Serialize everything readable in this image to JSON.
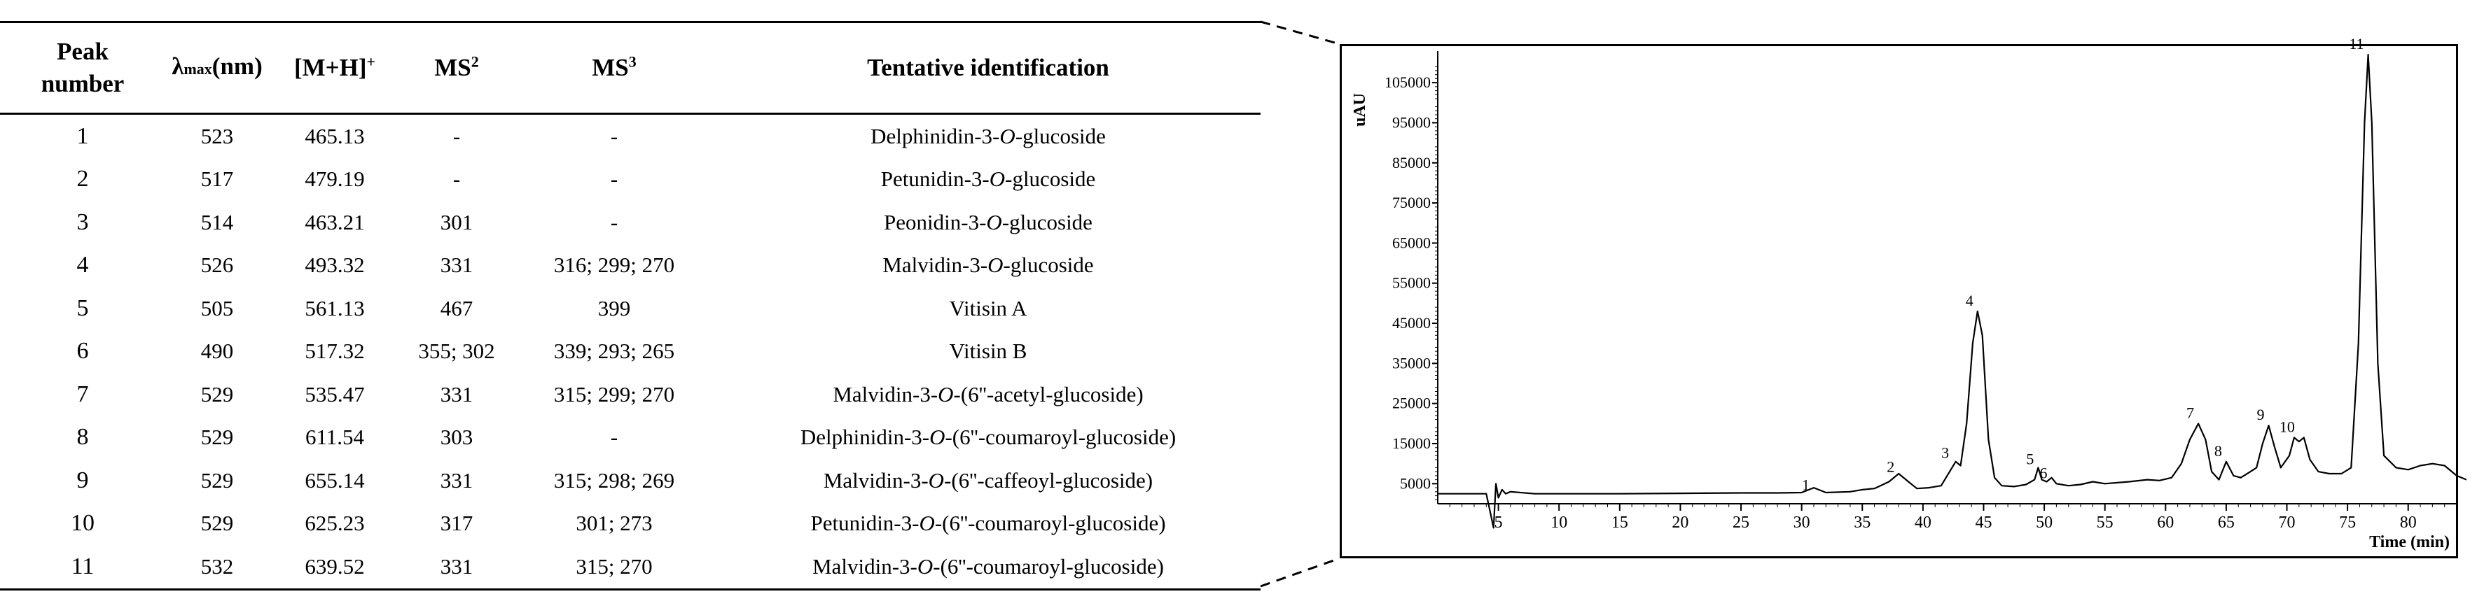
{
  "table": {
    "headers": {
      "peak_line1": "Peak",
      "peak_line2": "number",
      "lambda_main": "λ",
      "lambda_sub": "max",
      "lambda_unit": "(nm)",
      "mh_main": "[M+H]",
      "mh_sup": "+",
      "ms2_main": "MS",
      "ms2_sup": "2",
      "ms3_main": "MS",
      "ms3_sup": "3",
      "identification": "Tentative identification"
    },
    "rows": [
      {
        "peak": "1",
        "lambda": "523",
        "mh": "465.13",
        "ms2": "-",
        "ms3": "-",
        "id_pre": "Delphinidin-3-",
        "id_it": "O",
        "id_post": "-glucoside"
      },
      {
        "peak": "2",
        "lambda": "517",
        "mh": "479.19",
        "ms2": "-",
        "ms3": "-",
        "id_pre": "Petunidin-3-",
        "id_it": "O",
        "id_post": "-glucoside"
      },
      {
        "peak": "3",
        "lambda": "514",
        "mh": "463.21",
        "ms2": "301",
        "ms3": "-",
        "id_pre": "Peonidin-3-",
        "id_it": "O",
        "id_post": "-glucoside"
      },
      {
        "peak": "4",
        "lambda": "526",
        "mh": "493.32",
        "ms2": "331",
        "ms3": "316; 299; 270",
        "id_pre": "Malvidin-3-",
        "id_it": "O",
        "id_post": "-glucoside"
      },
      {
        "peak": "5",
        "lambda": "505",
        "mh": "561.13",
        "ms2": "467",
        "ms3": "399",
        "id_pre": "Vitisin A",
        "id_it": "",
        "id_post": ""
      },
      {
        "peak": "6",
        "lambda": "490",
        "mh": "517.32",
        "ms2": "355; 302",
        "ms3": "339; 293; 265",
        "id_pre": "Vitisin B",
        "id_it": "",
        "id_post": ""
      },
      {
        "peak": "7",
        "lambda": "529",
        "mh": "535.47",
        "ms2": "331",
        "ms3": "315; 299; 270",
        "id_pre": "Malvidin-3-",
        "id_it": "O",
        "id_post": "-(6''-acetyl-glucoside)"
      },
      {
        "peak": "8",
        "lambda": "529",
        "mh": "611.54",
        "ms2": "303",
        "ms3": "-",
        "id_pre": "Delphinidin-3-",
        "id_it": "O",
        "id_post": "-(6''-coumaroyl-glucoside)"
      },
      {
        "peak": "9",
        "lambda": "529",
        "mh": "655.14",
        "ms2": "331",
        "ms3": "315; 298; 269",
        "id_pre": "Malvidin-3-",
        "id_it": "O",
        "id_post": "-(6''-caffeoyl-glucoside)"
      },
      {
        "peak": "10",
        "lambda": "529",
        "mh": "625.23",
        "ms2": "317",
        "ms3": "301; 273",
        "id_pre": "Petunidin-3-",
        "id_it": "O",
        "id_post": "-(6''-coumaroyl-glucoside)"
      },
      {
        "peak": "11",
        "lambda": "532",
        "mh": "639.52",
        "ms2": "331",
        "ms3": "315; 270",
        "id_pre": "Malvidin-3-",
        "id_it": "O",
        "id_post": "-(6''-coumaroyl-glucoside)"
      }
    ]
  },
  "chart_data": {
    "type": "line",
    "ylabel": "uAU",
    "xlabel": "Time (min)",
    "xlim": [
      0,
      84
    ],
    "ylim": [
      0,
      112000
    ],
    "x_ticks": [
      5,
      10,
      15,
      20,
      25,
      30,
      35,
      40,
      45,
      50,
      55,
      60,
      65,
      70,
      75,
      80
    ],
    "y_ticks": [
      5000,
      15000,
      25000,
      35000,
      45000,
      55000,
      65000,
      75000,
      85000,
      95000,
      105000
    ],
    "y_tick_labels": [
      "5000",
      "15000",
      "25000",
      "35000",
      "45000",
      "55000",
      "65000",
      "75000",
      "85000",
      "95000",
      "105000"
    ],
    "peaks": [
      {
        "label": "1",
        "x": 31.0,
        "y": 2000
      },
      {
        "label": "2",
        "x": 38.0,
        "y": 6500
      },
      {
        "label": "3",
        "x": 42.5,
        "y": 10000
      },
      {
        "label": "4",
        "x": 44.5,
        "y": 48000
      },
      {
        "label": "5",
        "x": 49.5,
        "y": 8500
      },
      {
        "label": "6",
        "x": 50.6,
        "y": 5000
      },
      {
        "label": "7",
        "x": 62.7,
        "y": 20000
      },
      {
        "label": "8",
        "x": 65.0,
        "y": 10500
      },
      {
        "label": "9",
        "x": 68.5,
        "y": 19500
      },
      {
        "label": "10",
        "x": 71.0,
        "y": 16500
      },
      {
        "label": "11",
        "x": 76.7,
        "y": 112000
      }
    ],
    "trace": [
      [
        0,
        2500
      ],
      [
        4,
        2500
      ],
      [
        4.6,
        -6000
      ],
      [
        4.8,
        5000
      ],
      [
        5.0,
        1500
      ],
      [
        5.3,
        3500
      ],
      [
        5.6,
        2500
      ],
      [
        6,
        3000
      ],
      [
        8,
        2500
      ],
      [
        15,
        2500
      ],
      [
        20,
        2600
      ],
      [
        25,
        2700
      ],
      [
        28,
        2700
      ],
      [
        30,
        2800
      ],
      [
        31,
        4000
      ],
      [
        32,
        2800
      ],
      [
        34,
        3000
      ],
      [
        35,
        3500
      ],
      [
        36,
        3800
      ],
      [
        37.2,
        5500
      ],
      [
        38,
        7500
      ],
      [
        38.8,
        5500
      ],
      [
        39.5,
        3800
      ],
      [
        40.5,
        4000
      ],
      [
        41.5,
        4500
      ],
      [
        42.2,
        8000
      ],
      [
        42.7,
        10500
      ],
      [
        43.1,
        9500
      ],
      [
        43.6,
        20000
      ],
      [
        44.1,
        40000
      ],
      [
        44.5,
        48000
      ],
      [
        44.9,
        42000
      ],
      [
        45.4,
        16000
      ],
      [
        45.9,
        6500
      ],
      [
        46.5,
        4500
      ],
      [
        47.5,
        4300
      ],
      [
        48.5,
        4800
      ],
      [
        49.2,
        6000
      ],
      [
        49.5,
        9000
      ],
      [
        49.8,
        6000
      ],
      [
        50.2,
        5500
      ],
      [
        50.6,
        6500
      ],
      [
        51,
        5000
      ],
      [
        52,
        4500
      ],
      [
        53,
        4800
      ],
      [
        54,
        5500
      ],
      [
        55,
        5000
      ],
      [
        57,
        5500
      ],
      [
        58.5,
        6000
      ],
      [
        59.5,
        5800
      ],
      [
        60.5,
        6500
      ],
      [
        61.3,
        10000
      ],
      [
        62,
        16000
      ],
      [
        62.7,
        20000
      ],
      [
        63.3,
        16000
      ],
      [
        63.8,
        8000
      ],
      [
        64.4,
        6000
      ],
      [
        65,
        10500
      ],
      [
        65.6,
        7000
      ],
      [
        66.2,
        6500
      ],
      [
        67,
        8000
      ],
      [
        67.5,
        9000
      ],
      [
        68.0,
        15000
      ],
      [
        68.5,
        19500
      ],
      [
        69.0,
        14000
      ],
      [
        69.5,
        9000
      ],
      [
        70.2,
        12000
      ],
      [
        70.6,
        16500
      ],
      [
        71.0,
        15500
      ],
      [
        71.4,
        16500
      ],
      [
        71.9,
        11000
      ],
      [
        72.6,
        8000
      ],
      [
        73.5,
        7500
      ],
      [
        74.5,
        7500
      ],
      [
        75.3,
        9000
      ],
      [
        75.9,
        40000
      ],
      [
        76.4,
        95000
      ],
      [
        76.7,
        112000
      ],
      [
        77.0,
        95000
      ],
      [
        77.5,
        35000
      ],
      [
        78,
        12000
      ],
      [
        79,
        9000
      ],
      [
        80,
        8500
      ],
      [
        81,
        9500
      ],
      [
        82,
        10000
      ],
      [
        83,
        9500
      ],
      [
        84,
        7000
      ],
      [
        84.8,
        6000
      ]
    ]
  }
}
